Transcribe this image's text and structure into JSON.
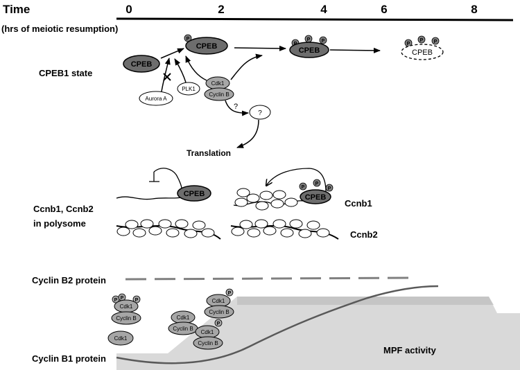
{
  "timeline": {
    "title": "Time",
    "subtitle": "(hrs of meiotic resumption)",
    "ticks": [
      "0",
      "2",
      "4",
      "6",
      "8"
    ]
  },
  "rows": {
    "cpeb_state": "CPEB1 state",
    "polysome_line1": "Ccnb1, Ccnb2",
    "polysome_line2": "in polysome",
    "cyclin_b2": "Cyclin B2 protein",
    "cyclin_b1": "Cyclin B1 protein"
  },
  "labels": {
    "cpeb": "CPEB",
    "p": "P",
    "aurora": "Aurora A",
    "plk1": "PLK1",
    "cdk1": "Cdk1",
    "cyclinb": "Cyclin B",
    "question": "?",
    "translation": "Translation",
    "ccnb1": "Ccnb1",
    "ccnb2": "Ccnb2",
    "mpf": "MPF activity"
  },
  "colors": {
    "cpeb_fill": "#6d6d6d",
    "cdk_fill": "#a6a6a6",
    "phospho_fill": "#7f7f7f",
    "mpf_area": "#d9d9d9",
    "cyclin_b2_dash": "#808080",
    "cyclin_b1_curve": "#595959"
  }
}
